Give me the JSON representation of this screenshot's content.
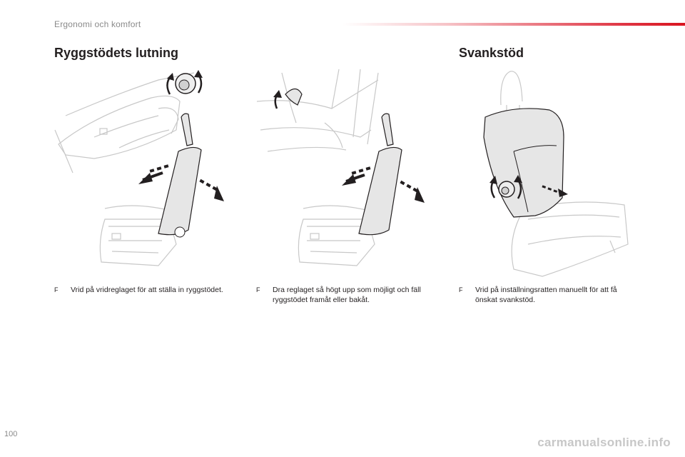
{
  "header": {
    "title": "Ergonomi och komfort"
  },
  "sections": [
    {
      "title": "Ryggstödets lutning"
    },
    {
      "title": "Svankstöd"
    }
  ],
  "instructions": [
    {
      "bullet": "F",
      "text": "Vrid på vridreglaget för att ställa in ryggstödet."
    },
    {
      "bullet": "F",
      "text": "Dra reglaget så högt upp som möjligt och fäll ryggstödet framåt eller bakåt."
    },
    {
      "bullet": "F",
      "text": "Vrid på inställningsratten manuellt för att få önskat svankstöd."
    }
  ],
  "footer": {
    "page_number": "100",
    "watermark": "carmanualsonline.info"
  },
  "colors": {
    "accent": "#d9141f",
    "line_art": "#c8c8c8",
    "seat_fill": "#e6e6e6",
    "arrow": "#231f20"
  }
}
